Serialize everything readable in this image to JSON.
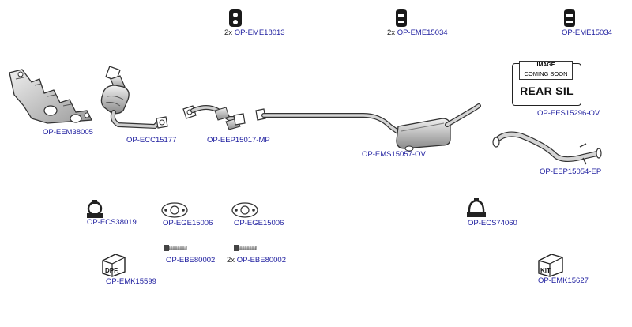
{
  "parts": {
    "p1": {
      "code": "OP-EME18013",
      "qty": "2x"
    },
    "p2": {
      "code": "OP-EME15034",
      "qty": "2x"
    },
    "p3": {
      "code": "OP-EME15034",
      "qty": ""
    },
    "p4": {
      "code": "OP-EEM38005",
      "qty": ""
    },
    "p5": {
      "code": "OP-ECC15177",
      "qty": ""
    },
    "p6": {
      "code": "OP-EEP15017-MP",
      "qty": ""
    },
    "p7": {
      "code": "OP-EMS15057-OV",
      "qty": ""
    },
    "p8": {
      "code": "OP-EES15296-OV",
      "qty": ""
    },
    "p9": {
      "code": "OP-EEP15054-EP",
      "qty": ""
    },
    "p10": {
      "code": "OP-ECS38019",
      "qty": ""
    },
    "p11": {
      "code": "OP-EGE15006",
      "qty": ""
    },
    "p12": {
      "code": "OP-EGE15006",
      "qty": ""
    },
    "p13": {
      "code": "OP-ECS74060",
      "qty": ""
    },
    "p14": {
      "code": "OP-EBE80002",
      "qty": ""
    },
    "p15": {
      "code": "OP-EBE80002",
      "qty": "2x"
    },
    "p16": {
      "code": "OP-EMK15599",
      "qty": ""
    },
    "p17": {
      "code": "OP-EMK15627",
      "qty": ""
    }
  },
  "placeholder": {
    "line1": "IMAGE",
    "line2": "COMING SOON",
    "title": "REAR SIL"
  },
  "kit_text": {
    "dpf": "DPF.",
    "kit": "KIT"
  },
  "colors": {
    "label": "#2020a0",
    "part_outline": "#333333",
    "part_fill": "#d9d9d9"
  }
}
